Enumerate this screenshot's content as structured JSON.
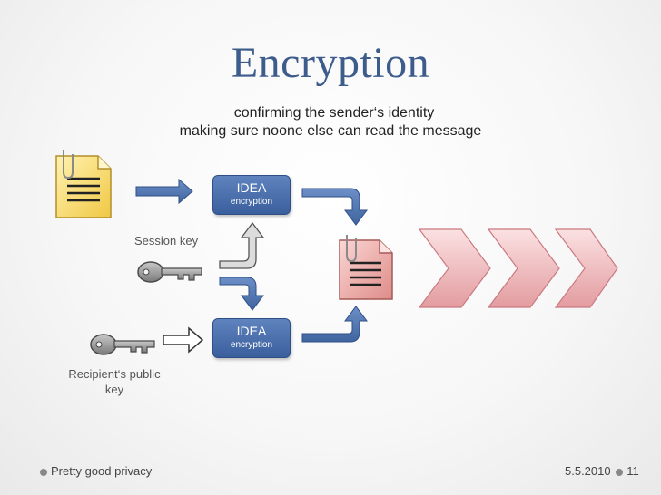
{
  "slide": {
    "title": "Encryption",
    "subtitle_line1": "confirming the sender‘s identity",
    "subtitle_line2": "making sure noone else can read the message"
  },
  "boxes": {
    "top": {
      "label": "IDEA",
      "sub": "encryption"
    },
    "bottom": {
      "label": "IDEA",
      "sub": "encryption"
    }
  },
  "labels": {
    "session_key": "Session key",
    "recipient_key_line1": "Recipient‘s public",
    "recipient_key_line2": "key"
  },
  "footer": {
    "left": "Pretty good privacy",
    "date": "5.5.2010",
    "page": "11"
  },
  "icons": [
    "document-icon",
    "encrypted-document-icon",
    "key-icon",
    "key-icon",
    "arrow-icon",
    "chevron-icon"
  ],
  "colors": {
    "title": "#3d5c8c",
    "arrow_blue": "#4a6fa5",
    "box": "#4a6fa5",
    "document": "#f6d56a",
    "encrypted_document": "#e8a3a0",
    "chevron": "#e9a7aa"
  }
}
